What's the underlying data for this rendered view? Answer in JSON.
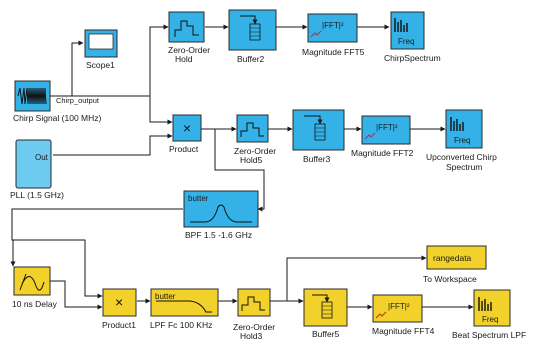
{
  "blocks": {
    "chirp": {
      "label": "Chirp Signal (100 MHz)"
    },
    "scope1": {
      "label": "Scope1"
    },
    "zoh_hold": {
      "label_line1": "Zero-Order",
      "label_line2": "Hold"
    },
    "buffer2": {
      "label": "Buffer2"
    },
    "mag_fft5": {
      "label": "Magnitude FFT5",
      "glyph": "|FFT|²"
    },
    "chirp_spectrum": {
      "label": "ChirpSpectrum",
      "glyph": "Freq"
    },
    "pll": {
      "label": "PLL (1.5 GHz)",
      "port": "Out"
    },
    "product": {
      "label": "Product",
      "glyph": "×"
    },
    "zoh_hold5": {
      "label_line1": "Zero-Order",
      "label_line2": "Hold5"
    },
    "buffer3": {
      "label": "Buffer3"
    },
    "mag_fft2": {
      "label": "Magnitude FFT2",
      "glyph": "|FFT|²"
    },
    "upconverted_spectrum": {
      "label_line1": "Upconverted Chirp",
      "label_line2": "Spectrum",
      "glyph": "Freq"
    },
    "bpf": {
      "label": "BPF 1.5 -1.6 GHz",
      "glyph": "butter"
    },
    "delay": {
      "label": "10 ns Delay"
    },
    "product1": {
      "label": "Product1",
      "glyph": "×"
    },
    "lpf": {
      "label": "LPF Fc  100 KHz",
      "glyph": "butter"
    },
    "zoh_hold3": {
      "label_line1": "Zero-Order",
      "label_line2": "Hold3"
    },
    "buffer5": {
      "label": "Buffer5"
    },
    "mag_fft4": {
      "label": "Magnitude FFT4",
      "glyph": "|FFT|²"
    },
    "beat_spectrum": {
      "label": "Beat Spectrum LPF",
      "glyph": "Freq"
    },
    "to_workspace": {
      "label": "To Workspace",
      "glyph": "rangedata"
    }
  },
  "signals": {
    "chirp_output": "Chirp_output"
  },
  "colors": {
    "blue_block": "#34b2e8",
    "yellow_block": "#f2d12a",
    "wire": "#1a1a1a"
  }
}
